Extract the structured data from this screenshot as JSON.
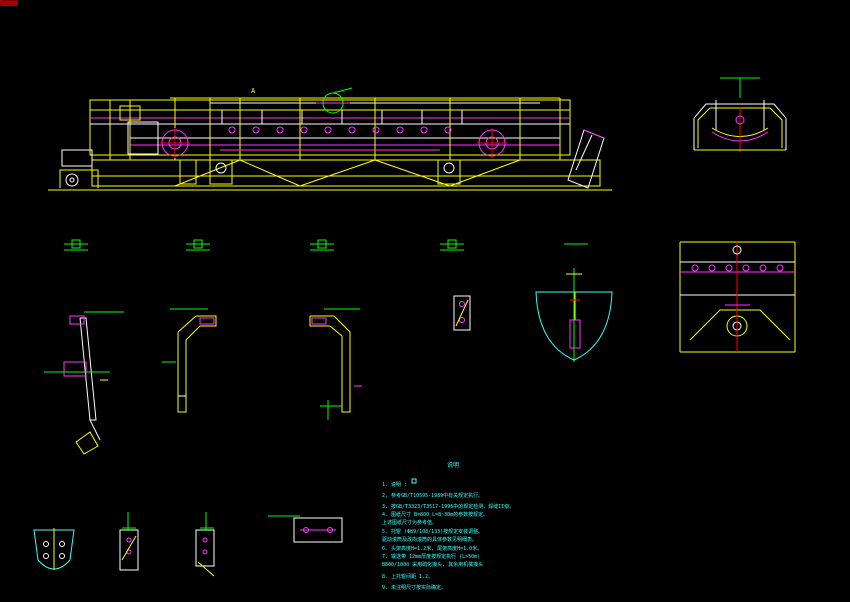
{
  "drawing": {
    "background": "#000000",
    "colors": {
      "structure": "#ffff00",
      "detail": "#ff33ff",
      "dimension": "#00ff00",
      "centerline": "#ff0000",
      "outline": "#ffffff",
      "annotation": "#33ffff"
    },
    "view_label_A": "A",
    "section_labels": [
      "",
      "",
      "",
      "",
      ""
    ],
    "notes": {
      "title": "说明",
      "lines": [
        "1. 说明 :",
        "2. 参考GB/T10595-1989中有关规定执行。",
        "3. 按GB/T3323/T3517-1996中的规定检测，焊缝II级。",
        "4. 图纸尺寸 B=800 L=8~30m的参数按规定。",
        "   上述图纸尺寸为参考值。",
        "5. 托辊 (Φ89/108/133)按规定安装调整。",
        "   驱动滚筒及改向滚筒的具体参数见明细表。",
        "6. 头架高度H=1.2米, 尾架高度H=1.0米。",
        "7. 输送带 12mm厚度按规定执行 (L>50m)",
        "   B800/1000 采用硫化接头, 其余用机械接头",
        "8. 上托辊间距 1.2。",
        "9. 未注明尺寸按实际确定。"
      ]
    }
  }
}
